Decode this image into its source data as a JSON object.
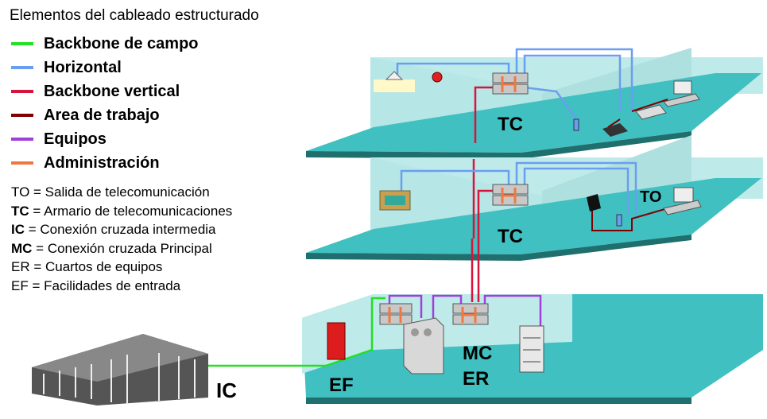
{
  "legend": {
    "title": "Elementos del cableado estructurado",
    "items": [
      {
        "label": "Backbone de campo",
        "color": "#22e022"
      },
      {
        "label": "Horizontal",
        "color": "#6a9ef0"
      },
      {
        "label": "Backbone vertical",
        "color": "#d8143c"
      },
      {
        "label": "Area de trabajo",
        "color": "#800000"
      },
      {
        "label": "Equipos",
        "color": "#a040d8"
      },
      {
        "label": "Administración",
        "color": "#f07840"
      }
    ]
  },
  "definitions": [
    {
      "abbr": "TO",
      "text": " = Salida de telecomunicación",
      "bold": false
    },
    {
      "abbr": "TC",
      "text": " = Armario de telecomunicaciones",
      "bold": true
    },
    {
      "abbr": "IC",
      "text": " = Conexión cruzada intermedia",
      "bold": true
    },
    {
      "abbr": "MC",
      "text": " = Conexión cruzada Principal",
      "bold": true
    },
    {
      "abbr": "ER",
      "text": " = Cuartos de equipos",
      "bold": false
    },
    {
      "abbr": "EF",
      "text": " = Facilidades de entrada",
      "bold": false
    }
  ],
  "labels": {
    "tc_top": "TC",
    "tc_mid": "TC",
    "to": "TO",
    "mc": "MC",
    "er": "ER",
    "ef": "EF",
    "ic": "IC"
  },
  "colors": {
    "floor": "#40c0c0",
    "wall": "#bfeaea",
    "panel": "#c8c8c8"
  }
}
